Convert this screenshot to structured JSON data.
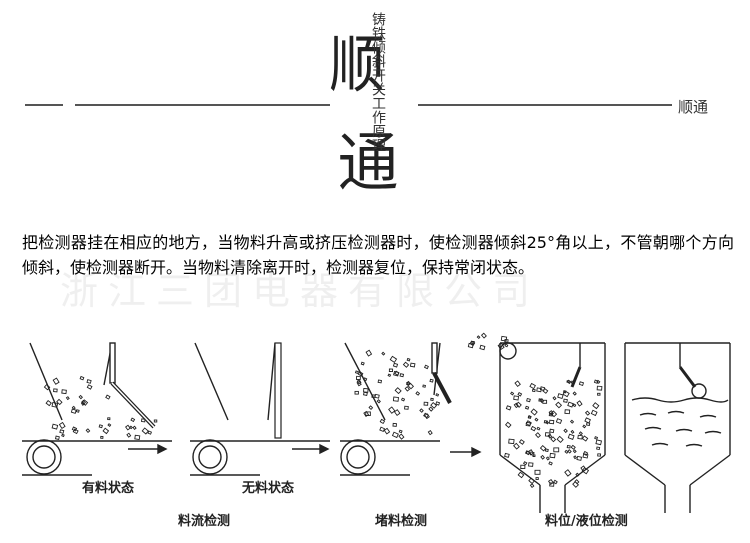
{
  "header": {
    "brand_chars": [
      "顺",
      "通"
    ],
    "vertical_title": "铸铁倾斜开关工作原理",
    "brand_small": "顺通"
  },
  "description": "把检测器挂在相应的地方，当物料升高或挤压检测器时，使检测器倾斜25°角以上，不管朝哪个方向倾斜，使检测器断开。当物料清除离开时，检测器复位，保持常闭状态。",
  "watermark": "浙江三团电器有限公司",
  "diagram": {
    "state_labels": {
      "with_material": "有料状态",
      "no_material": "无料状态"
    },
    "captions": {
      "flow": "料流检测",
      "blockage": "堵料检测",
      "level": "料位/液位检测"
    }
  }
}
